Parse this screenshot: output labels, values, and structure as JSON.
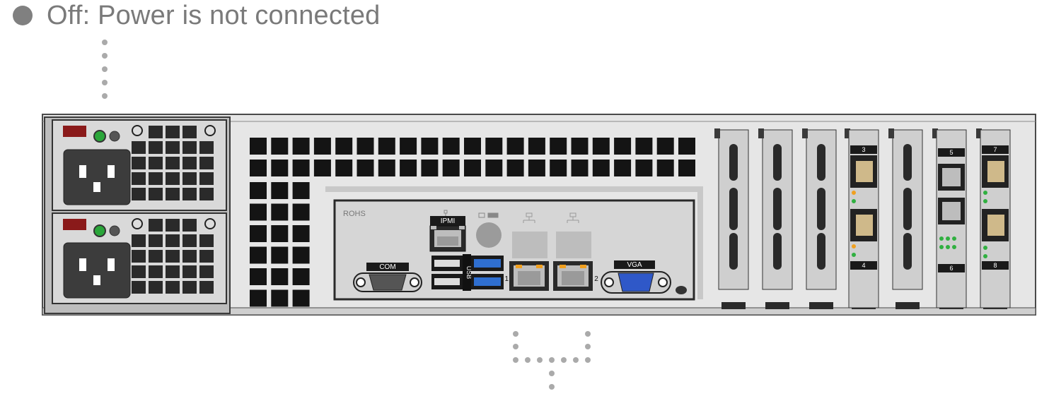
{
  "legend": {
    "state_text": "Off: Power is not connected",
    "dot_color": "#808080",
    "text_color": "#7a7a7a"
  },
  "io_labels": {
    "rohs": "ROHS",
    "ipmi": "IPMI",
    "com": "COM",
    "vga": "VGA",
    "usb": "USB",
    "lan1": "1",
    "lan2": "2"
  },
  "slot_labels": {
    "s3": "3",
    "s4": "4",
    "s5": "5",
    "s6": "6",
    "s7": "7",
    "s8": "8"
  },
  "colors": {
    "chassis_fill": "#e6e6e6",
    "chassis_stroke": "#4a4a4a",
    "vent_fill": "#141414",
    "psu_fill": "#d9d9d9",
    "psu_led_red": "#8a1a1a",
    "psu_led_green": "#2aa63a",
    "led_amber": "#f0a020",
    "led_green": "#30b040",
    "vga_blue": "#2f58c8",
    "usb3_blue": "#2f6fd0",
    "leader_dots": "#aaaaaa"
  },
  "icons": [
    "network-icon",
    "power-plug-icon",
    "screw-icon",
    "id-button-icon"
  ]
}
